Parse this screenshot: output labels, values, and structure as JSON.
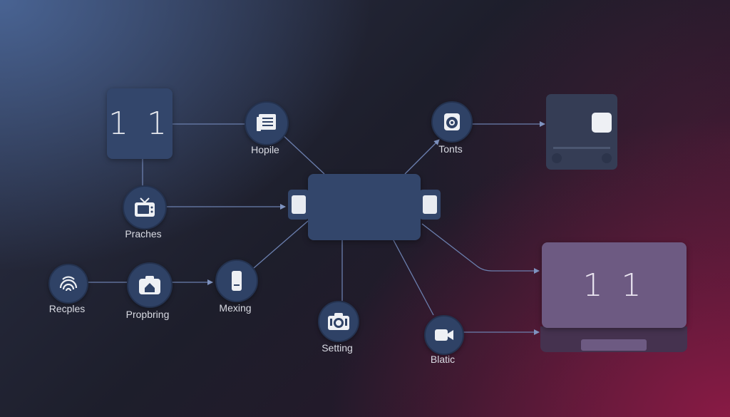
{
  "boxes": {
    "top_left_display": "1 1",
    "bottom_right_display": "1 1"
  },
  "nodes": [
    {
      "id": "hopile",
      "label": "Hopile",
      "icon": "document-icon"
    },
    {
      "id": "tonts",
      "label": "Tonts",
      "icon": "speaker-icon"
    },
    {
      "id": "praches",
      "label": "Praches",
      "icon": "tv-icon"
    },
    {
      "id": "recples",
      "label": "Recples",
      "icon": "fingerprint-icon"
    },
    {
      "id": "propbring",
      "label": "Propbring",
      "icon": "camera-home-icon"
    },
    {
      "id": "mexing",
      "label": "Mexing",
      "icon": "phone-icon"
    },
    {
      "id": "setting",
      "label": "Setting",
      "icon": "camera-icon"
    },
    {
      "id": "blatic",
      "label": "Blatic",
      "icon": "video-camera-icon"
    }
  ],
  "colors": {
    "node_fill": "#2f4266",
    "box_fill": "#33466b",
    "line": "#6b7fae",
    "screen_fill": "#6d5a82"
  }
}
